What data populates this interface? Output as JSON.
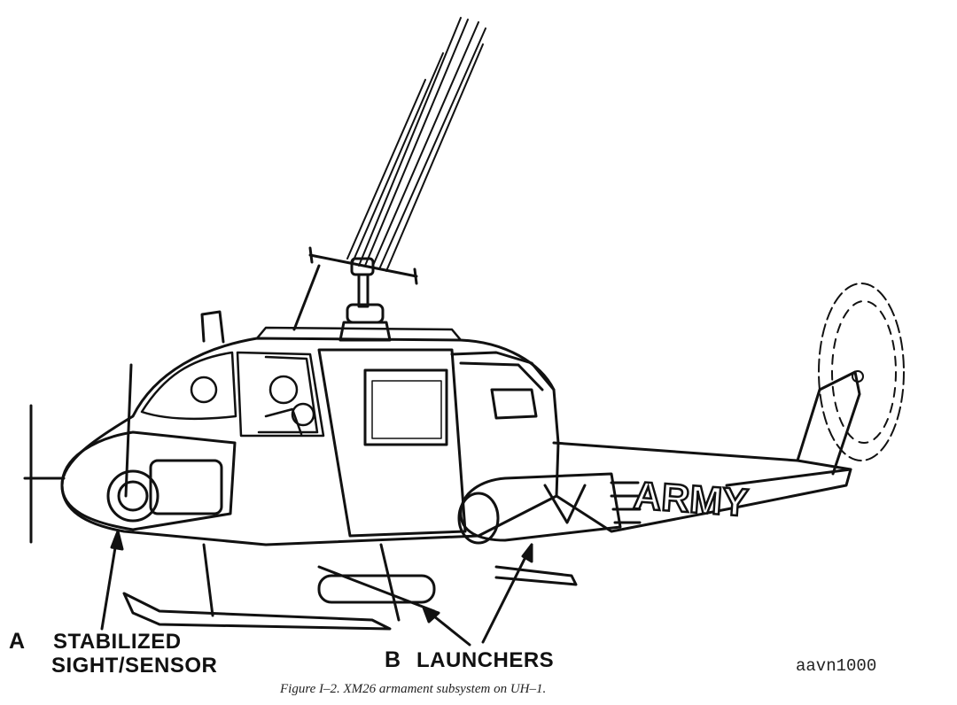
{
  "figure": {
    "label_a": {
      "letter": "A",
      "line1": "STABILIZED",
      "line2": "SIGHT/SENSOR"
    },
    "label_b": {
      "letter": "B",
      "text": "LAUNCHERS"
    },
    "fuselage_marking": "ARMY",
    "drawing_code": "aavn1000",
    "caption": "Figure I–2.  XM26 armament subsystem on UH–1."
  }
}
